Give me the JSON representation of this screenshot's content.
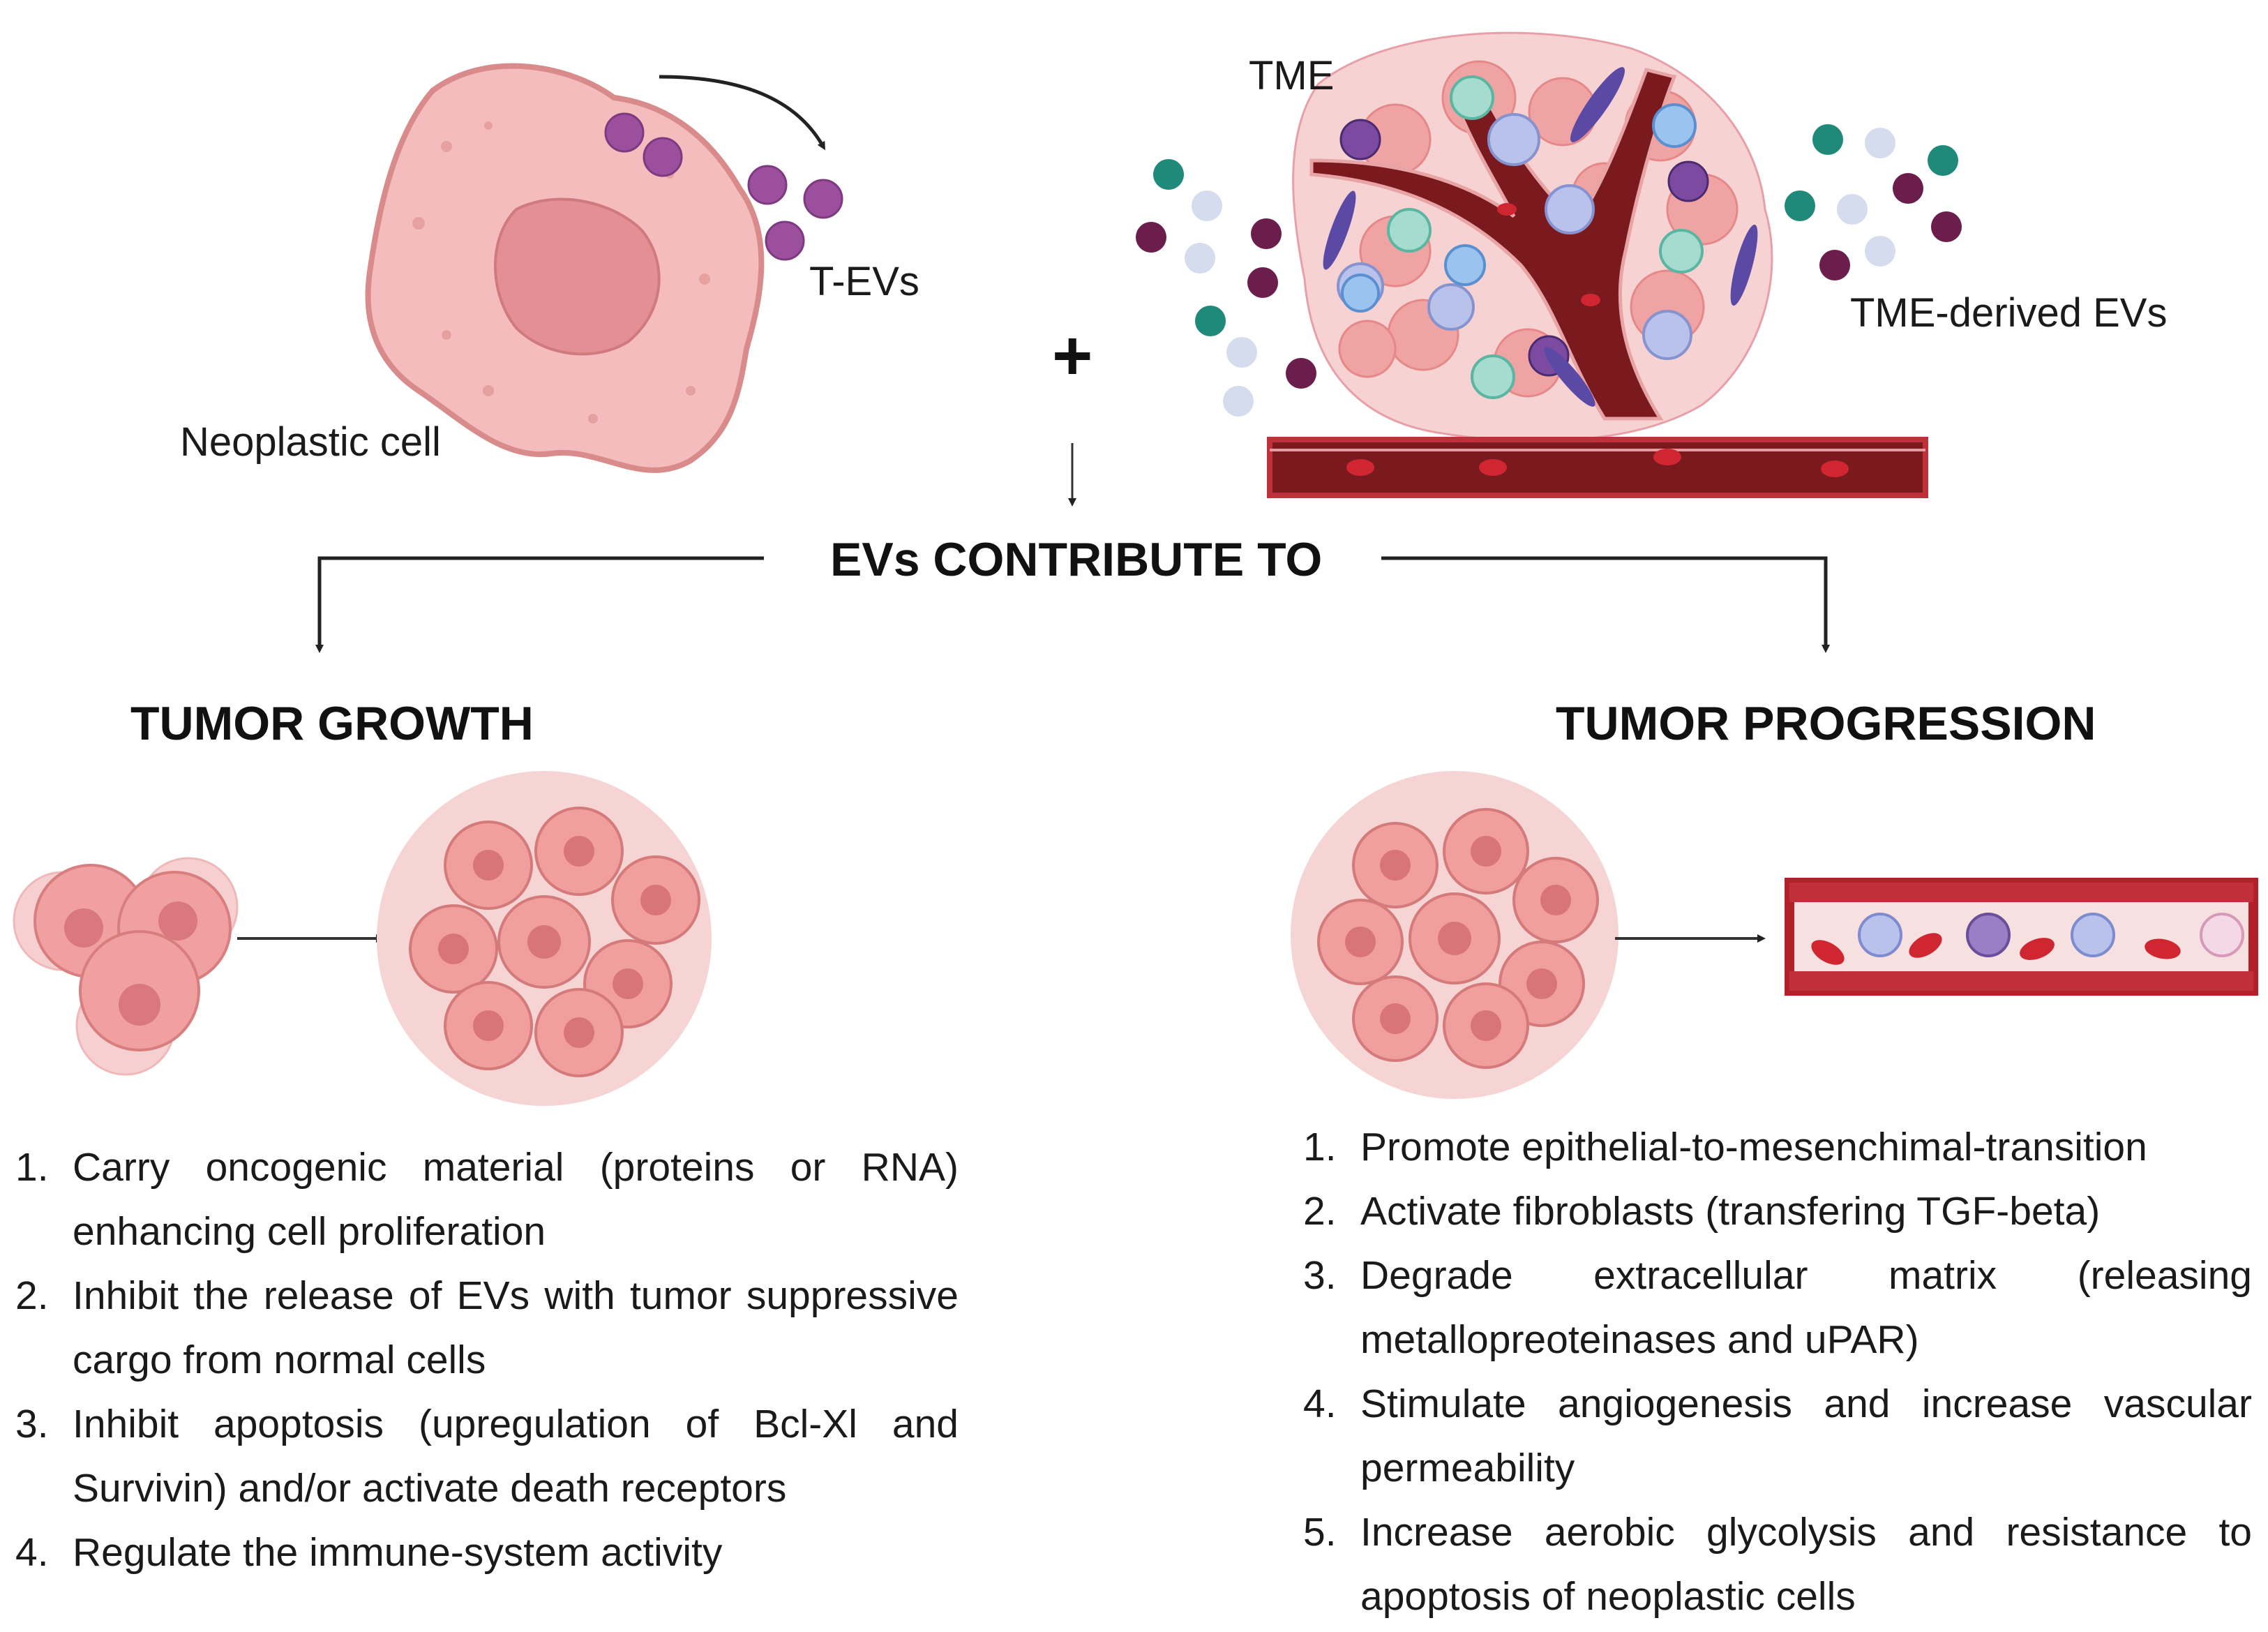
{
  "labels": {
    "t_evs": "T-EVs",
    "neoplastic_cell": "Neoplastic cell",
    "tme": "TME",
    "tme_derived_evs": "TME-derived EVs",
    "plus": "+"
  },
  "headings": {
    "center": "EVs CONTRIBUTE TO",
    "growth": "TUMOR GROWTH",
    "progression": "TUMOR PROGRESSION"
  },
  "growth_items": [
    {
      "num": "1.",
      "text": "Carry oncogenic material (proteins or RNA) enhancing cell proliferation"
    },
    {
      "num": "2.",
      "text": "Inhibit the release of EVs with tumor suppressive cargo from normal cells"
    },
    {
      "num": "3.",
      "text": "Inhibit apoptosis (upregulation of Bcl-Xl and Survivin) and/or activate death receptors"
    },
    {
      "num": "4.",
      "text": "Regulate the immune-system activity"
    }
  ],
  "progression_items": [
    {
      "num": "1.",
      "text": "Promote epithelial-to-mesenchimal-transition"
    },
    {
      "num": "2.",
      "text": "Activate fibroblasts (transfering TGF-beta)"
    },
    {
      "num": "3.",
      "text": "Degrade extracellular matrix (releasing metallopreoteinases and uPAR)"
    },
    {
      "num": "4.",
      "text": "Stimulate angiogenesis and increase vascular permeability"
    },
    {
      "num": "5.",
      "text": "Increase aerobic glycolysis and resistance to apoptosis of neoplastic cells"
    }
  ],
  "colors": {
    "cell_pink": "#f2b3b3",
    "cell_dark": "#e28f8f",
    "ev_purple": "#9b4f9e",
    "vessel_dark": "#7a1a1f",
    "vessel_red": "#b3202a",
    "teal": "#1f8a7a",
    "plum": "#6b1d4c",
    "pale_blue": "#d5dcee"
  }
}
